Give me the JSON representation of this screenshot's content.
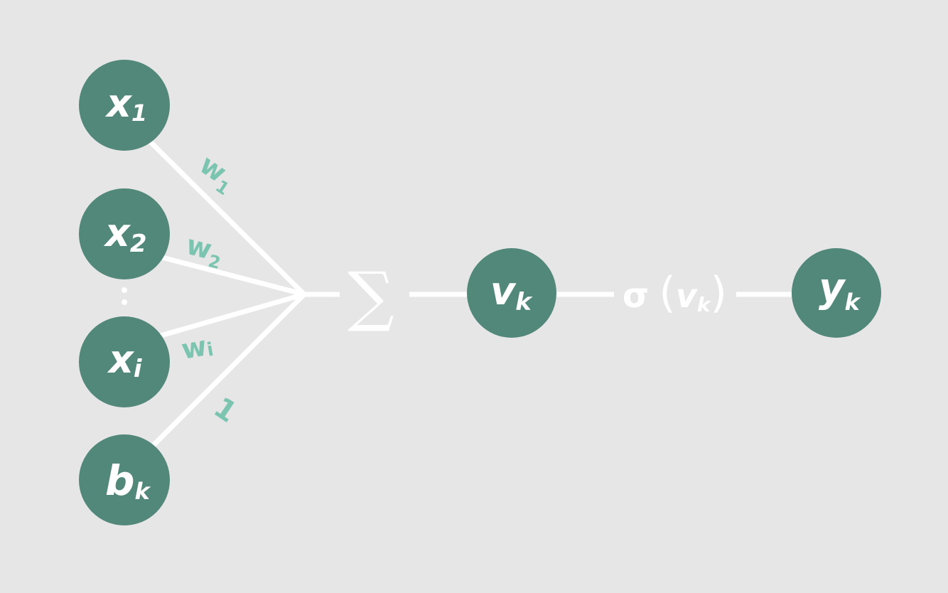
{
  "colors": {
    "background": "#e6e6e6",
    "node": "#52887a",
    "edge": "#ffffff",
    "weight_label": "#7bc4b0"
  },
  "inputs": [
    {
      "name": "x",
      "sub": "1"
    },
    {
      "name": "x",
      "sub": "2"
    },
    {
      "name": "x",
      "sub": "i"
    },
    {
      "name": "b",
      "sub": "k"
    }
  ],
  "weights": [
    {
      "name": "w",
      "sub": "1"
    },
    {
      "name": "w",
      "sub": "2"
    },
    {
      "name": "w",
      "sub": "i"
    },
    {
      "name": "1",
      "sub": ""
    }
  ],
  "summation": {
    "symbol": "∑"
  },
  "induced_field": {
    "name": "v",
    "sub": "k"
  },
  "activation": {
    "func": "σ",
    "open": "(",
    "arg": "v",
    "arg_sub": "k",
    "close": ")"
  },
  "output": {
    "name": "y",
    "sub": "k"
  }
}
